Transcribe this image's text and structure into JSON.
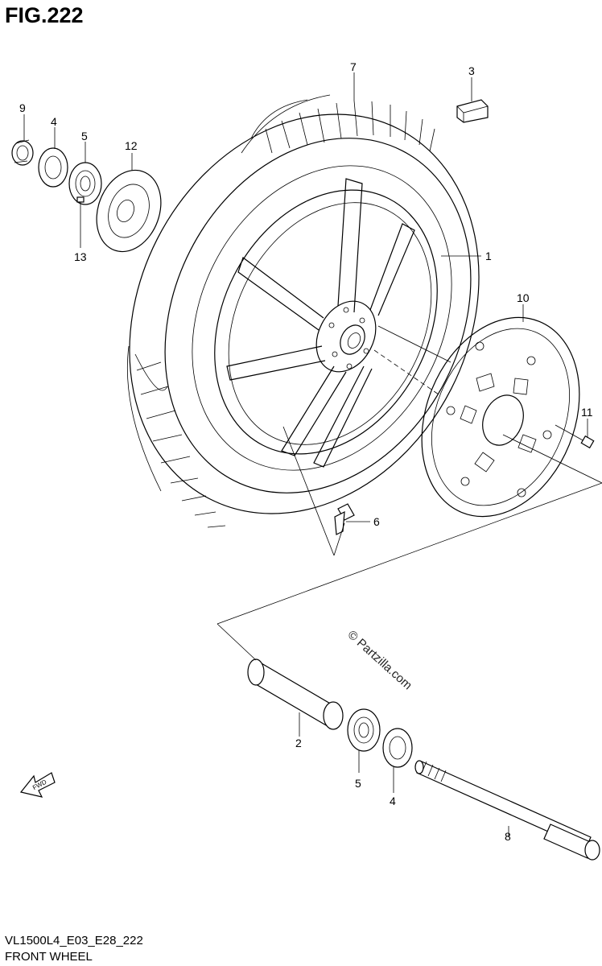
{
  "figure": {
    "title": "FIG.222",
    "model_code": "VL1500L4_E03_E28_222",
    "section_name": "FRONT WHEEL",
    "watermark": "© Partzilla.com"
  },
  "callouts": [
    {
      "id": "c1",
      "label": "1",
      "part": "wheel"
    },
    {
      "id": "c2",
      "label": "2",
      "part": "spacer"
    },
    {
      "id": "c3",
      "label": "3",
      "part": "balancer-weight"
    },
    {
      "id": "c4a",
      "label": "4",
      "part": "dust-seal"
    },
    {
      "id": "c4b",
      "label": "4",
      "part": "dust-seal"
    },
    {
      "id": "c5a",
      "label": "5",
      "part": "bearing"
    },
    {
      "id": "c5b",
      "label": "5",
      "part": "bearing"
    },
    {
      "id": "c6",
      "label": "6",
      "part": "valve"
    },
    {
      "id": "c7",
      "label": "7",
      "part": "tire"
    },
    {
      "id": "c8",
      "label": "8",
      "part": "axle"
    },
    {
      "id": "c9",
      "label": "9",
      "part": "collar"
    },
    {
      "id": "c10",
      "label": "10",
      "part": "brake-disc"
    },
    {
      "id": "c11",
      "label": "11",
      "part": "disc-bolt"
    },
    {
      "id": "c12",
      "label": "12",
      "part": "speed-sensor-rotor"
    },
    {
      "id": "c13",
      "label": "13",
      "part": "rotor-screw"
    }
  ],
  "fwd_label": "FWD"
}
